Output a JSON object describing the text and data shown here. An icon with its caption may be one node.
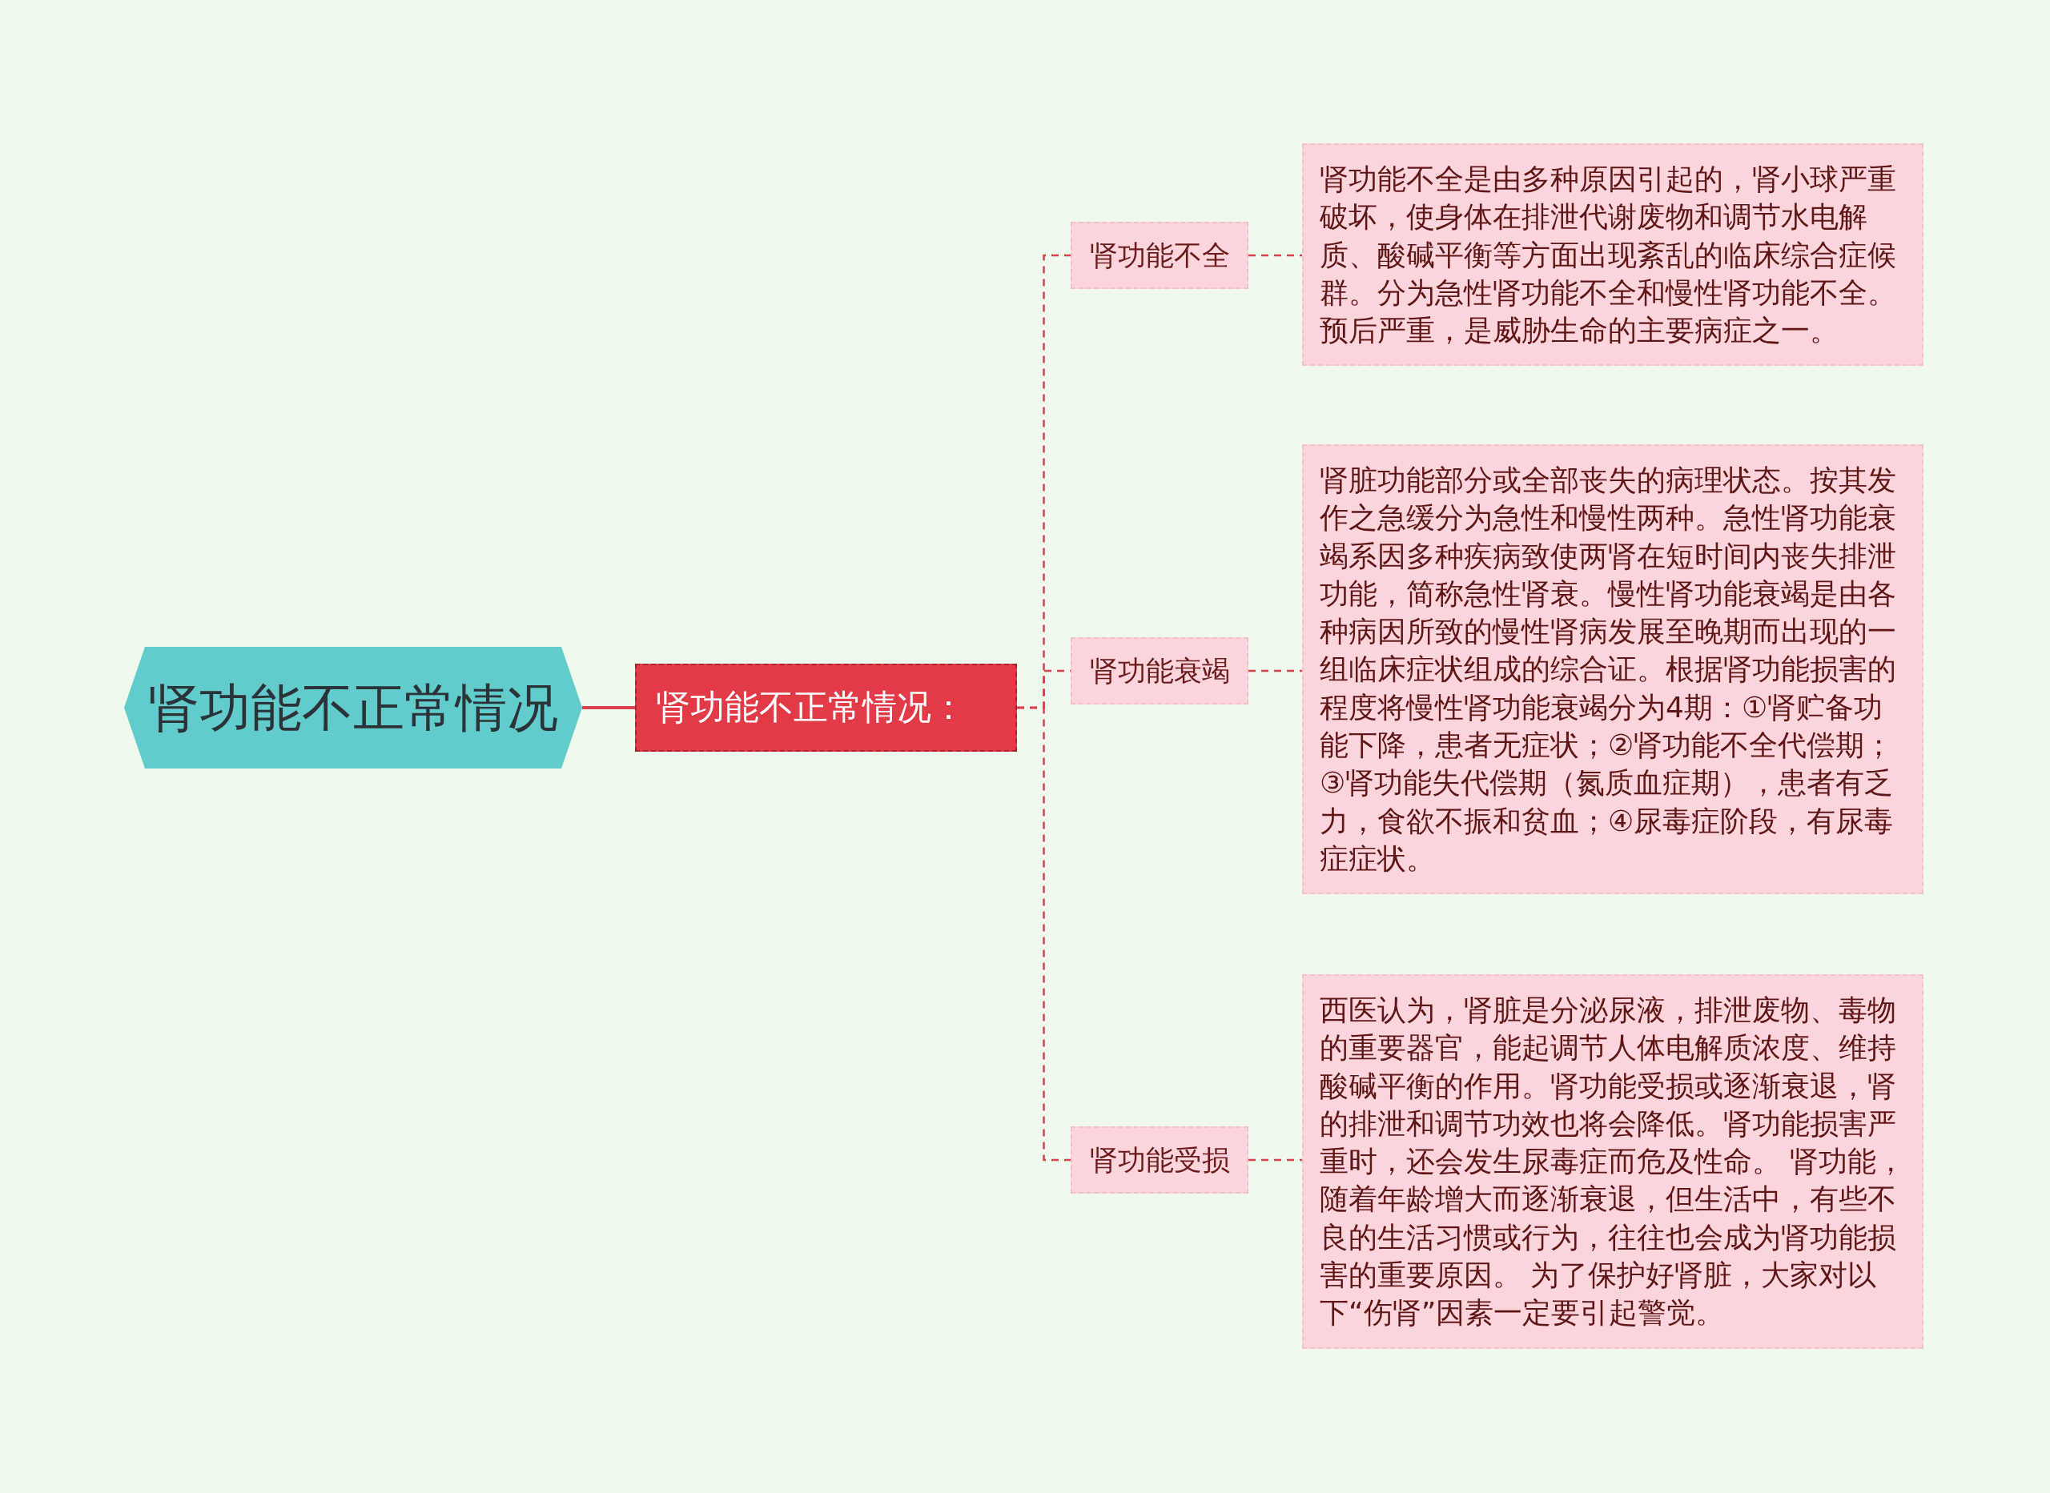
{
  "diagram": {
    "nodes": [
      {
        "text": [
          "肾功能不正常情况"
        ]
      },
      {
        "text": [
          "肾功能不正常情况："
        ]
      },
      {
        "text": [
          "肾功能不全"
        ]
      },
      {
        "text": [
          "肾功能不全是由多种原因引起的，肾小球严重破坏，使身体在排泄代谢废物和调节水电解质、酸碱平衡等方面出现紊乱的临床综合症候群。分为急性肾功能不全和慢性肾功能不全。预后严重，是威胁生命的主要病症之一。"
        ]
      },
      {
        "text": [
          "肾功能衰竭"
        ]
      },
      {
        "text": [
          "肾脏功能部分或全部丧失的病理状态。按其发作之急缓分为急性和慢性两种。急性肾功能衰竭系因多种疾病致使两肾在短时间内丧失排泄功能，简称急性肾衰。慢性肾功能衰竭是由各种病因所致的慢性肾病发展至晚期而出现的一组临床症状组成的综合证。根据肾功能损害的程度将慢性肾功能衰竭分为4期：①肾贮备功能下降，患者无症状；②肾功能不全代偿期；③肾功能失代偿期（氮质血症期），患者有乏力，食欲不振和贫血；④尿毒症阶段，有尿毒症症状。"
        ]
      },
      {
        "text": [
          "肾功能受损"
        ]
      },
      {
        "text": [
          "西医认为，肾脏是分泌尿液，排泄废物、毒物的重要器官，能起调节人体电解质浓度、维持酸碱平衡的作用。肾功能受损或逐渐衰退，肾的排泄和调节功效也将会降低。肾功能损害严重时，还会发生尿毒症而危及性命。 肾功能，随着年龄增大而逐渐衰退，但生活中，有些不良的生活习惯或行为，往往也会成为肾功能损害的重要原因。 为了保护好肾脏，大家对以下“伤肾”因素一定要引起警觉。"
        ]
      }
    ],
    "edges": [
      {
        "from": 0,
        "to": 1,
        "arrow": "none"
      },
      {
        "from": 1,
        "to": 2,
        "arrow": "none",
        "style": "dashed"
      },
      {
        "from": 1,
        "to": 4,
        "arrow": "none",
        "style": "dashed"
      },
      {
        "from": 1,
        "to": 6,
        "arrow": "none",
        "style": "dashed"
      },
      {
        "from": 2,
        "to": 3,
        "arrow": "none",
        "style": "dashed"
      },
      {
        "from": 4,
        "to": 5,
        "arrow": "none",
        "style": "dashed"
      },
      {
        "from": 6,
        "to": 7,
        "arrow": "none",
        "style": "dashed"
      }
    ]
  }
}
